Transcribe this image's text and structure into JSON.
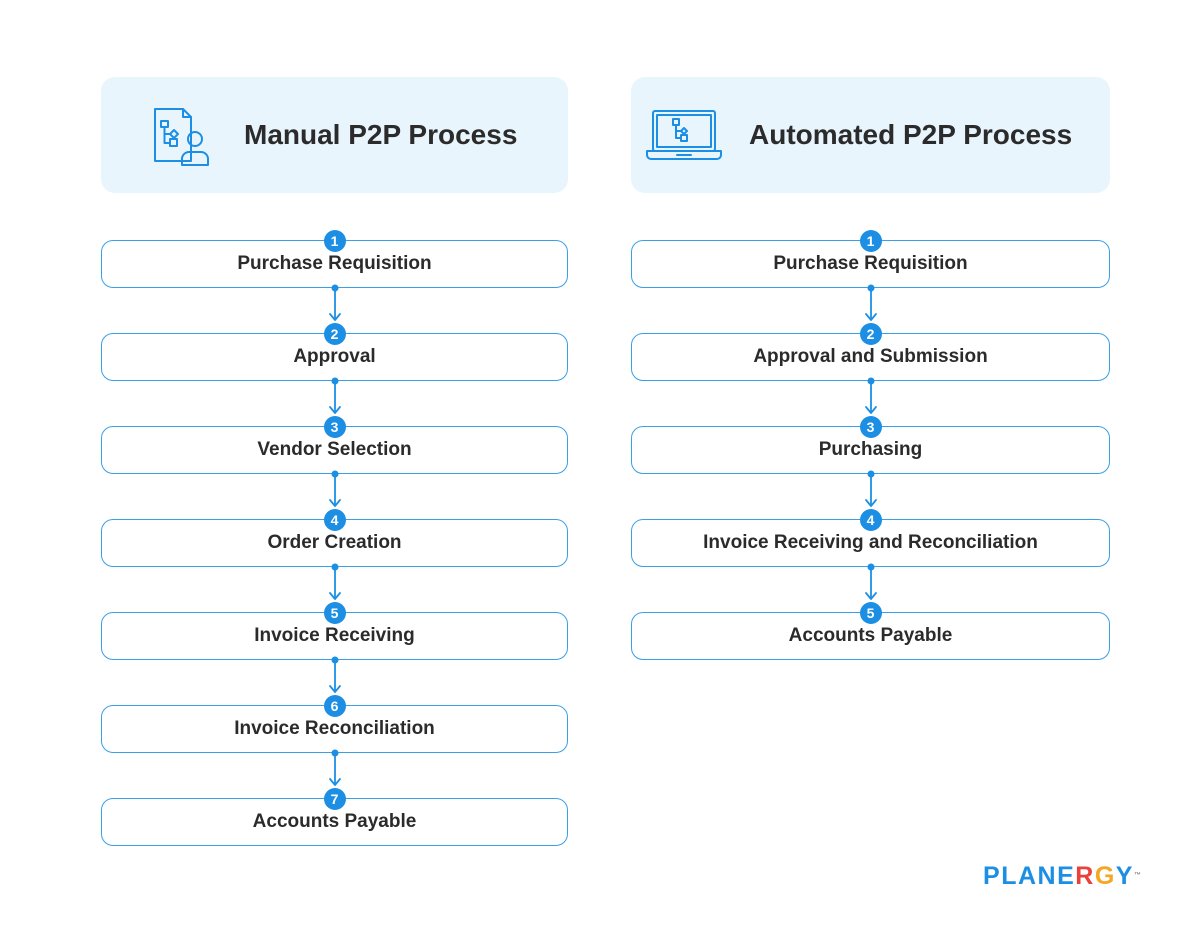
{
  "manual": {
    "title": "Manual P2P Process",
    "icon": "document-flowchart-user-icon",
    "steps": [
      {
        "num": "1",
        "label": "Purchase Requisition"
      },
      {
        "num": "2",
        "label": "Approval"
      },
      {
        "num": "3",
        "label": "Vendor Selection"
      },
      {
        "num": "4",
        "label": "Order Creation"
      },
      {
        "num": "5",
        "label": "Invoice Receiving"
      },
      {
        "num": "6",
        "label": "Invoice Reconciliation"
      },
      {
        "num": "7",
        "label": "Accounts Payable"
      }
    ]
  },
  "automated": {
    "title": "Automated P2P Process",
    "icon": "laptop-flowchart-icon",
    "steps": [
      {
        "num": "1",
        "label": "Purchase Requisition"
      },
      {
        "num": "2",
        "label": "Approval and Submission"
      },
      {
        "num": "3",
        "label": "Purchasing"
      },
      {
        "num": "4",
        "label": "Invoice Receiving and Reconciliation"
      },
      {
        "num": "5",
        "label": "Accounts Payable"
      }
    ]
  },
  "logo": {
    "text": "PLANERGY",
    "tm": "™",
    "letter_colors": [
      "#1c8fe4",
      "#1c8fe4",
      "#1c8fe4",
      "#1c8fe4",
      "#1c8fe4",
      "#e8423a",
      "#f5a623",
      "#1c8fe4"
    ]
  },
  "colors": {
    "accent": "#1c8fe4",
    "border": "#3aa0e6",
    "header_bg": "#e8f5fd",
    "text": "#2b2b2b"
  }
}
